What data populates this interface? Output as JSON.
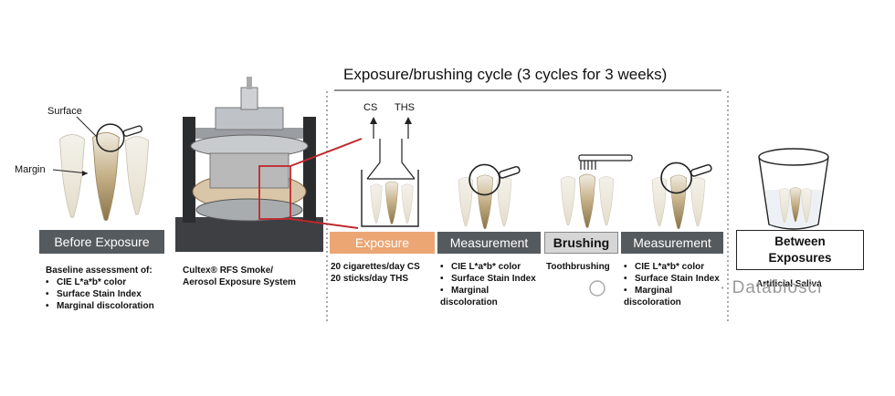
{
  "cycle_title": "Exposure/brushing cycle (3 cycles for 3 weeks)",
  "annotations": {
    "surface": "Surface",
    "margin": "Margin",
    "cs": "CS",
    "ths": "THS"
  },
  "stages": {
    "before": {
      "label": "Before Exposure",
      "heading": "Baseline assessment of:",
      "items": [
        "CIE L*a*b* color",
        "Surface Stain Index",
        "Marginal discoloration"
      ]
    },
    "system": {
      "lines": [
        "Cultex® RFS Smoke/",
        "Aerosol Exposure System"
      ]
    },
    "exposure": {
      "label": "Exposure",
      "lines": [
        "20 cigarettes/day  CS",
        "20 sticks/day THS"
      ]
    },
    "measurement1": {
      "label": "Measurement",
      "items": [
        "CIE L*a*b* color",
        "Surface Stain Index",
        "Marginal discoloration"
      ]
    },
    "brushing": {
      "label": "Brushing",
      "text": "Toothbrushing"
    },
    "measurement2": {
      "label": "Measurement",
      "items": [
        "CIE L*a*b* color",
        "Surface Stain Index",
        "Marginal discoloration"
      ]
    },
    "between": {
      "label_line1": "Between",
      "label_line2": "Exposures",
      "text": "Artificial Saliva"
    }
  },
  "watermark": "· Databiosci",
  "colors": {
    "dark_box": "#555a5e",
    "orange_box": "#eba674",
    "light_box": "#d6d6d6",
    "red_callout": "#c0282d"
  }
}
